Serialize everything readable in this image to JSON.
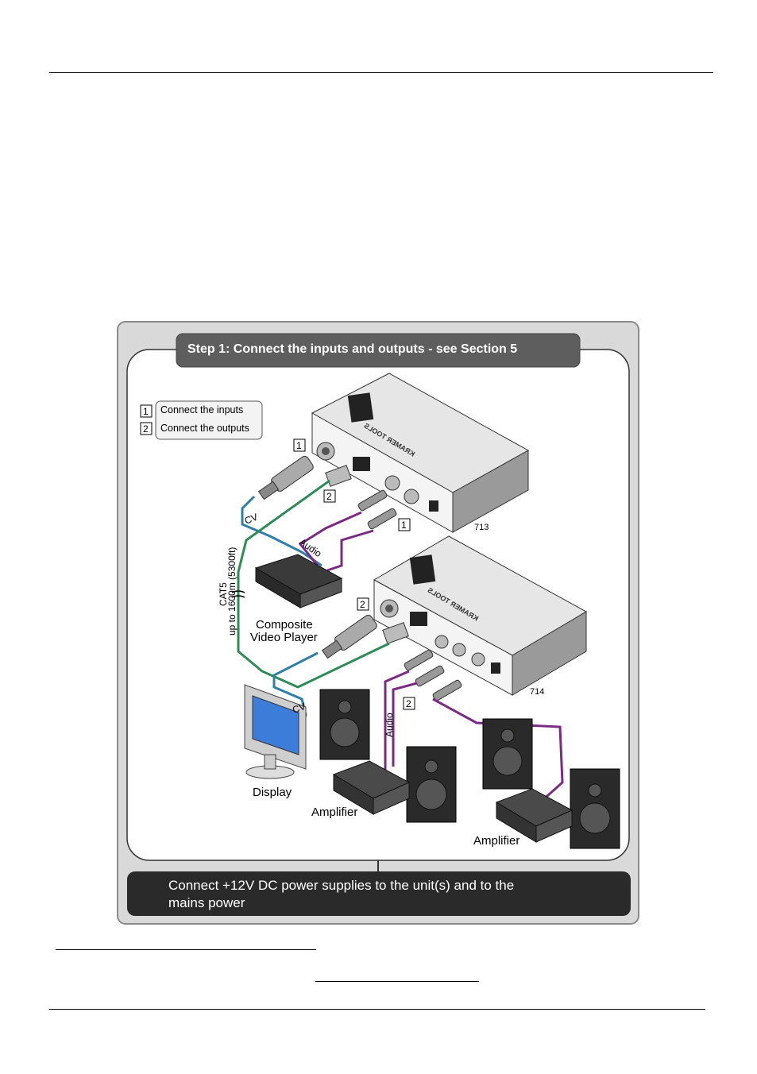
{
  "page": {
    "header_rule": true,
    "footer_rule": true
  },
  "diagram": {
    "step_banner": "Step 1: Connect the inputs and outputs - see Section 5",
    "legend": [
      {
        "num": "1",
        "label": "Connect the inputs"
      },
      {
        "num": "2",
        "label": "Connect the outputs"
      }
    ],
    "devices": {
      "tx_model": "713",
      "rx_model": "714",
      "brand_text": "KRAMER TOOLS",
      "source_line1": "Composite",
      "source_line2": "Video Player",
      "display": "Display",
      "amplifier_left": "Amplifier",
      "amplifier_right": "Amplifier"
    },
    "cable_labels": {
      "cv_top": "CV",
      "cv_bottom": "CV",
      "audio_top": "Audio",
      "audio_bottom": "Audio",
      "cat5_line1": "CAT5",
      "cat5_line2": "up to 1600m (5300ft)"
    },
    "markers": {
      "tx_input_marker": "1",
      "tx_output_marker": "2",
      "tx_audio_marker": "1",
      "rx_input_marker": "2",
      "rx_audio_marker": "2"
    },
    "footer_instruction_line1": "Connect +12V DC power supplies to the unit(s) and to the",
    "footer_instruction_line2": "mains power"
  },
  "colors": {
    "cv_cable": "#2e7fa8",
    "cat5_cable": "#2e8b57",
    "audio_cable": "#7a2a82",
    "banner_bg": "#5e5e5e",
    "footer_bg": "#2a2a2a",
    "frame_bg": "#d9d9d9"
  }
}
